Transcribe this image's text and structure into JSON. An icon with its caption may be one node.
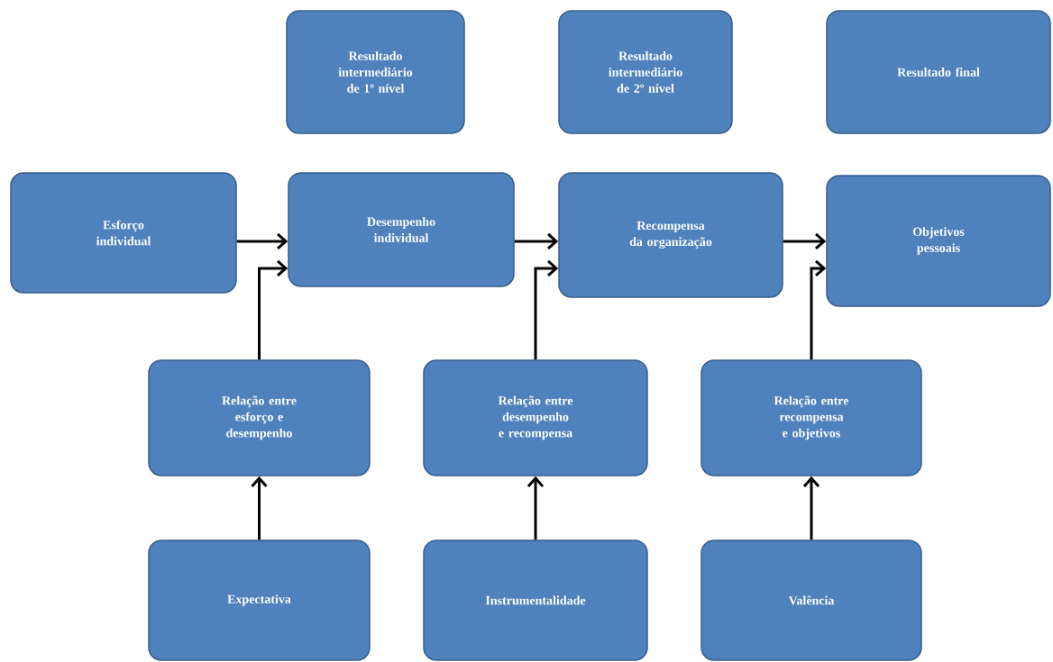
{
  "diagram": {
    "nodes": [
      {
        "text": [
          "Resultado intermediário de 1º nível"
        ]
      },
      {
        "text": [
          "Resultado intermediário de 2º nível"
        ]
      },
      {
        "text": [
          "Resultado final"
        ]
      },
      {
        "text": [
          "Esforço individual"
        ]
      },
      {
        "text": [
          "Desempenho individual"
        ]
      },
      {
        "text": [
          "Recompensa da organização"
        ]
      },
      {
        "text": [
          "Objetivos pessoais"
        ]
      },
      {
        "text": [
          "Relação entre esforço e desempenho"
        ]
      },
      {
        "text": [
          "Relação entre desempenho e recompensa"
        ]
      },
      {
        "text": [
          "Relação entre recompensa e objetivos"
        ]
      },
      {
        "text": [
          "Expectativa"
        ]
      },
      {
        "text": [
          "Instrumentalidade"
        ]
      },
      {
        "text": [
          "Valência"
        ]
      }
    ],
    "edges": [
      {
        "from": 3,
        "to": 4,
        "arrow": "to"
      },
      {
        "from": 4,
        "to": 5,
        "arrow": "to"
      },
      {
        "from": 5,
        "to": 6,
        "arrow": "to"
      },
      {
        "from": 7,
        "to": 4,
        "arrow": "to"
      },
      {
        "from": 8,
        "to": 5,
        "arrow": "to"
      },
      {
        "from": 9,
        "to": 6,
        "arrow": "to"
      },
      {
        "from": 10,
        "to": 7,
        "arrow": "to"
      },
      {
        "from": 11,
        "to": 8,
        "arrow": "to"
      },
      {
        "from": 12,
        "to": 9,
        "arrow": "to"
      }
    ]
  }
}
